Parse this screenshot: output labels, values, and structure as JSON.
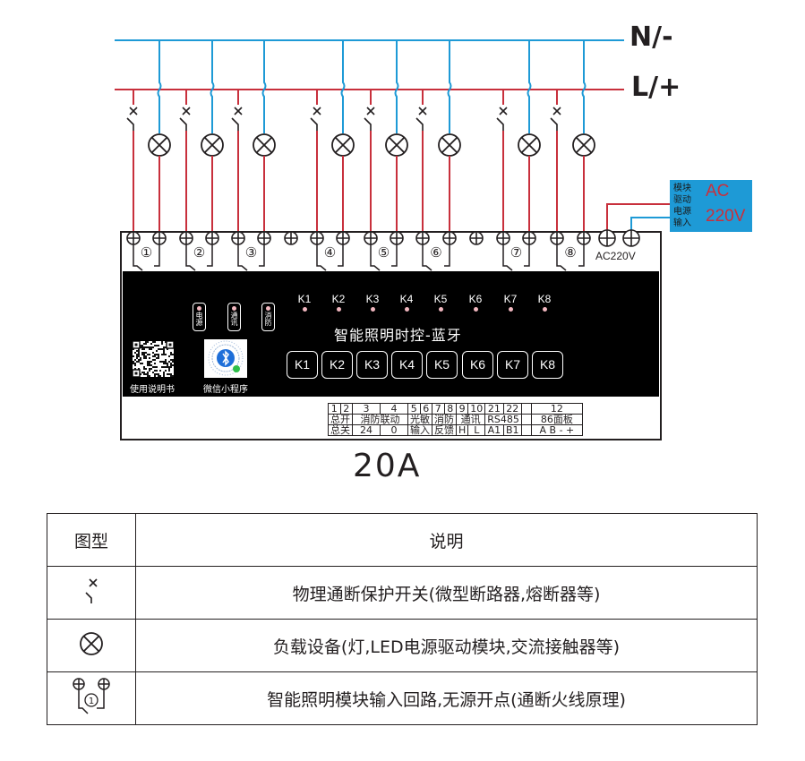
{
  "bus": {
    "neutral_label": "N/-",
    "live_label": "L/+",
    "neutral_color": "#1e9ad6",
    "live_color": "#c8303c"
  },
  "circuits": [
    {
      "number": "①",
      "channel": "K1"
    },
    {
      "number": "②",
      "channel": "K2"
    },
    {
      "number": "③",
      "channel": "K3"
    },
    {
      "number": "④",
      "channel": "K4"
    },
    {
      "number": "⑤",
      "channel": "K5"
    },
    {
      "number": "⑥",
      "channel": "K6"
    },
    {
      "number": "⑦",
      "channel": "K7"
    },
    {
      "number": "⑧",
      "channel": "K8"
    }
  ],
  "power_input": {
    "terminal_label": "AC220V",
    "box_lines": [
      "模块",
      "驱动",
      "电源",
      "输入"
    ],
    "box_voltage_line1": "AC",
    "box_voltage_line2": "220V",
    "box_color": "#1e9ad6"
  },
  "panel": {
    "status_leds": [
      {
        "label": "电源"
      },
      {
        "label": "通讯"
      },
      {
        "label": "消防"
      }
    ],
    "channel_leds": [
      "K1",
      "K2",
      "K3",
      "K4",
      "K5",
      "K6",
      "K7",
      "K8"
    ],
    "title": "智能照明时控-蓝牙",
    "buttons": [
      "K1",
      "K2",
      "K3",
      "K4",
      "K5",
      "K6",
      "K7",
      "K8"
    ],
    "qr_manual_caption": "使用说明书",
    "qr_miniprogram_caption": "微信小程序"
  },
  "pin_table": {
    "numbers": [
      "1",
      "2",
      "3",
      "4",
      "5",
      "6",
      "7",
      "8",
      "9",
      "10",
      "21",
      "22",
      "",
      "12"
    ],
    "row2": [
      "总开",
      "消防联动",
      "光敏",
      "消防",
      "通讯",
      "RS485",
      "",
      "86面板"
    ],
    "row3": [
      "总关",
      "24",
      "0",
      "输入",
      "反馈",
      "H",
      "L",
      "A1",
      "B1",
      "",
      "A B - +"
    ]
  },
  "model": "20A",
  "legend": {
    "header_symbol": "图型",
    "header_desc": "说明",
    "rows": [
      {
        "symbol": "breaker-icon",
        "desc": "物理通断保护开关(微型断路器,熔断器等)"
      },
      {
        "symbol": "lamp-icon",
        "desc": "负载设备(灯,LED电源驱动模块,交流接触器等)"
      },
      {
        "symbol": "relay-loop-icon",
        "desc": "智能照明模块输入回路,无源开点(通断火线原理)"
      }
    ]
  }
}
